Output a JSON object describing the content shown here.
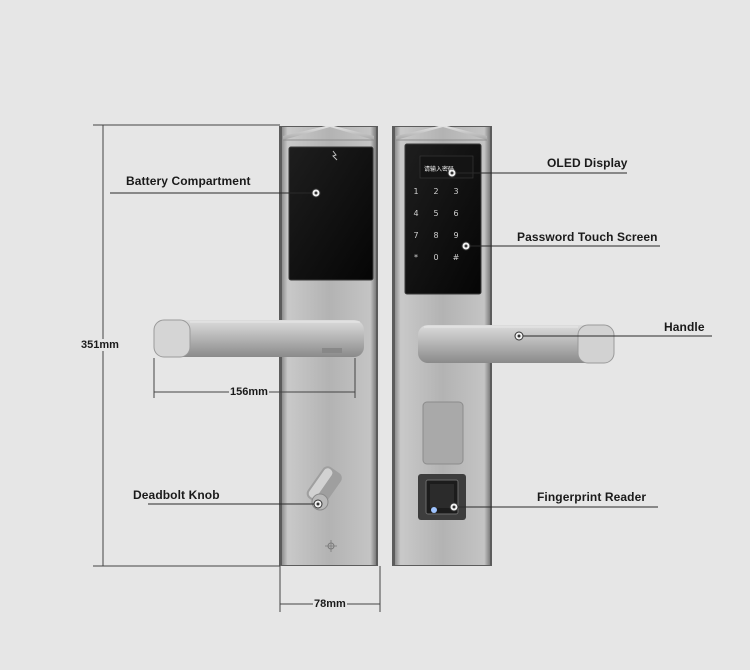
{
  "labels": {
    "battery_compartment": "Battery Compartment",
    "oled_display": "OLED Display",
    "password_touch_screen": "Password Touch Screen",
    "handle": "Handle",
    "deadbolt_knob": "Deadbolt Knob",
    "fingerprint_reader": "Fingerprint Reader"
  },
  "dimensions": {
    "height": "351mm",
    "handle_length": "156mm",
    "width": "78mm"
  },
  "oled": {
    "prompt": "请输入密码"
  },
  "keypad": {
    "keys": [
      "1",
      "2",
      "3",
      "4",
      "5",
      "6",
      "7",
      "8",
      "9",
      "*",
      "0",
      "#"
    ]
  },
  "colors": {
    "background": "#e6e6e6",
    "metal": "#b4b4b4",
    "glass": "#0d0d0d",
    "line": "#222222"
  }
}
